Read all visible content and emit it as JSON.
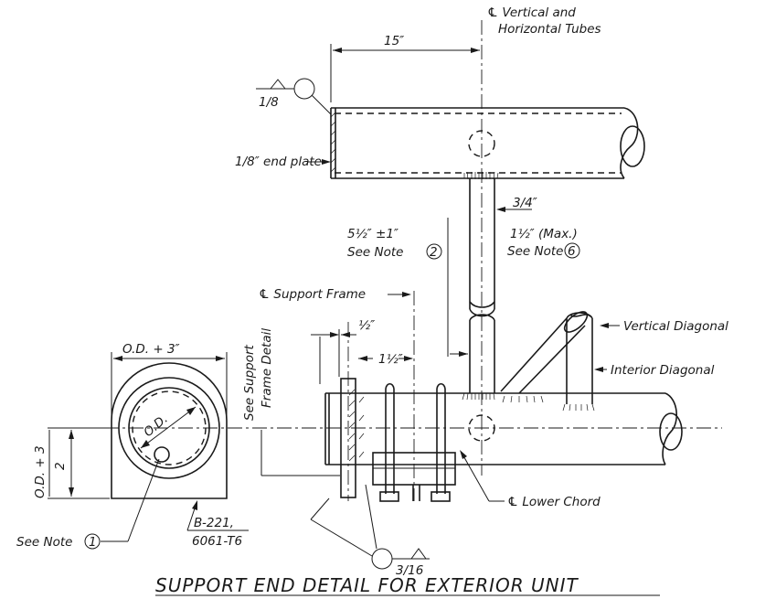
{
  "labels": {
    "cl_vertical_1": "℄ Vertical and",
    "cl_vertical_2": "Horizontal Tubes",
    "dim_15": "15″",
    "weld_top": "1/8",
    "end_plate": "1/8″ end plate",
    "dim_three_quarter": "3/4″",
    "dim_one_half_max": "1½″ (Max.)",
    "see_note_6": "See Note",
    "note_6_num": "6",
    "dim_five_half": "5½″ ±1″",
    "see_note_2": "See Note",
    "note_2_num": "2",
    "cl_support_frame": "℄ Support Frame",
    "dim_half": "½″",
    "dim_one_half": "1½″",
    "see_support_1": "See Support",
    "see_support_2": "Frame Detail",
    "vertical_diagonal": "Vertical Diagonal",
    "interior_diagonal": "Interior Diagonal",
    "od_plus_3": "O.D. + 3″",
    "od": "O.D.",
    "od_plus_3_over_2_num": "O.D. + 3",
    "od_plus_3_over_2_den": "2",
    "see_note_1": "See Note",
    "note_1_num": "1",
    "material_1": "B-221,",
    "material_2": "6061-T6",
    "lower_chord": "℄ Lower Chord",
    "weld_bottom": "3/16",
    "title": "SUPPORT END DETAIL FOR EXTERIOR UNIT"
  }
}
